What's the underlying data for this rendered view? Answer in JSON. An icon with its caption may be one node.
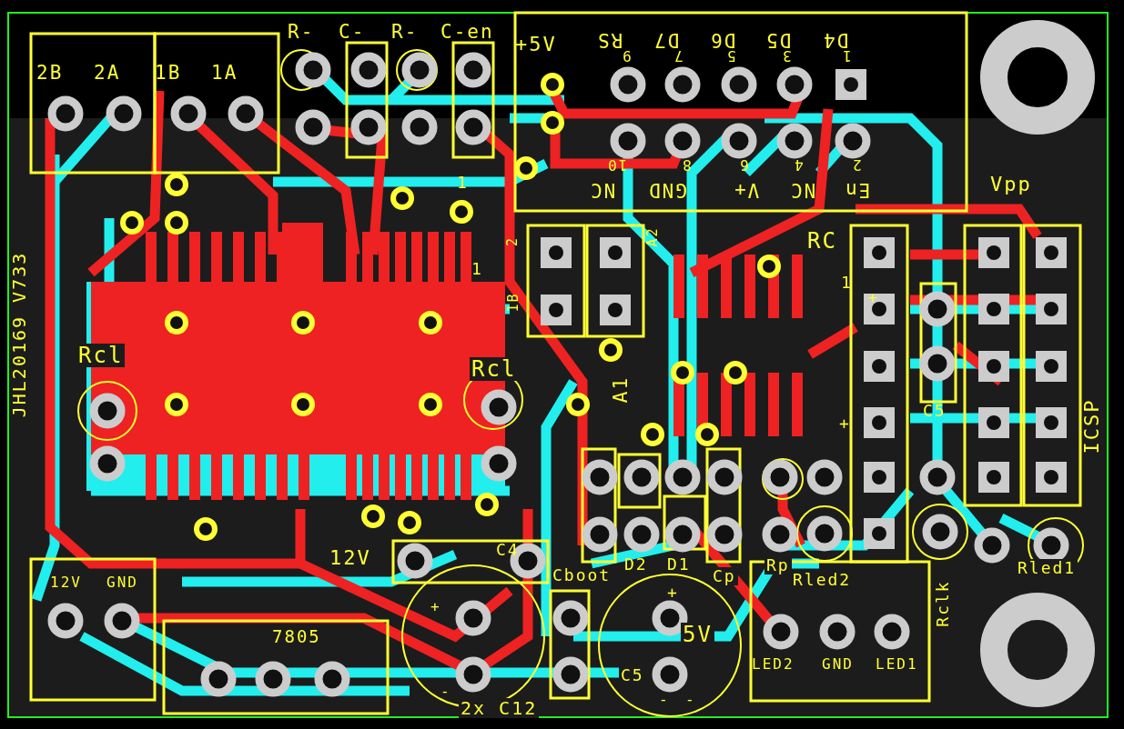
{
  "diagram": {
    "labels": [
      "2B",
      "2A",
      "1B",
      "1A",
      "R-",
      "C-",
      "R-",
      "C-en",
      "+5V",
      "RS",
      "D7",
      "D6",
      "D5",
      "D4",
      "9",
      "7",
      "5",
      "3",
      "1",
      "10",
      "8",
      "6",
      "4",
      "2",
      "NC",
      "GND",
      "V+",
      "NC",
      "En",
      "1",
      "1",
      "2",
      "1B",
      "A2",
      "A1",
      "Vpp",
      "RC",
      "1",
      "+",
      "+",
      "C5",
      "ICSP",
      "Rcl",
      "Rcl",
      "JHL20169 V733",
      "12V",
      "GND",
      "7805",
      "12V",
      "C4",
      "+",
      "-",
      "2x C12",
      "Cboot",
      "D2",
      "D1",
      "Cp",
      "Rp",
      "Rled2",
      "Rled1",
      "Rclk",
      "+",
      "5V",
      "C5",
      "-",
      "-",
      "LED2",
      "GND",
      "LED1"
    ]
  }
}
